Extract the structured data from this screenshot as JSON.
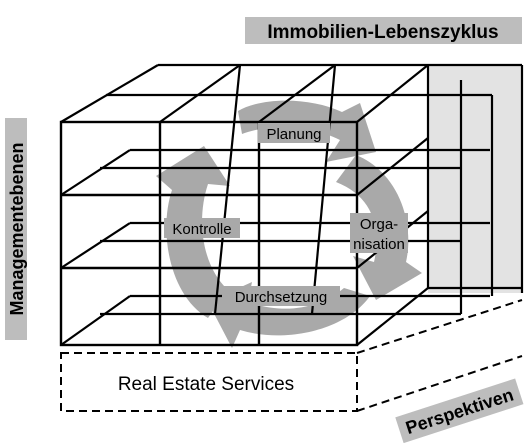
{
  "labels": {
    "lifecycle": "Immobilien-Lebenszyklus",
    "management_levels": "Managementebenen",
    "perspectives": "Perspektiven",
    "services": "Real Estate Services"
  },
  "cycle": {
    "planning": "Planung",
    "organisation_line1": "Orga-",
    "organisation_line2": "nisation",
    "implementation": "Durchsetzung",
    "control": "Kontrolle"
  },
  "colors": {
    "tag_fill": "#bdbdbd",
    "side_face": "#e3e3e3",
    "cycle_fill": "#a9a9a9",
    "line": "#000000"
  }
}
